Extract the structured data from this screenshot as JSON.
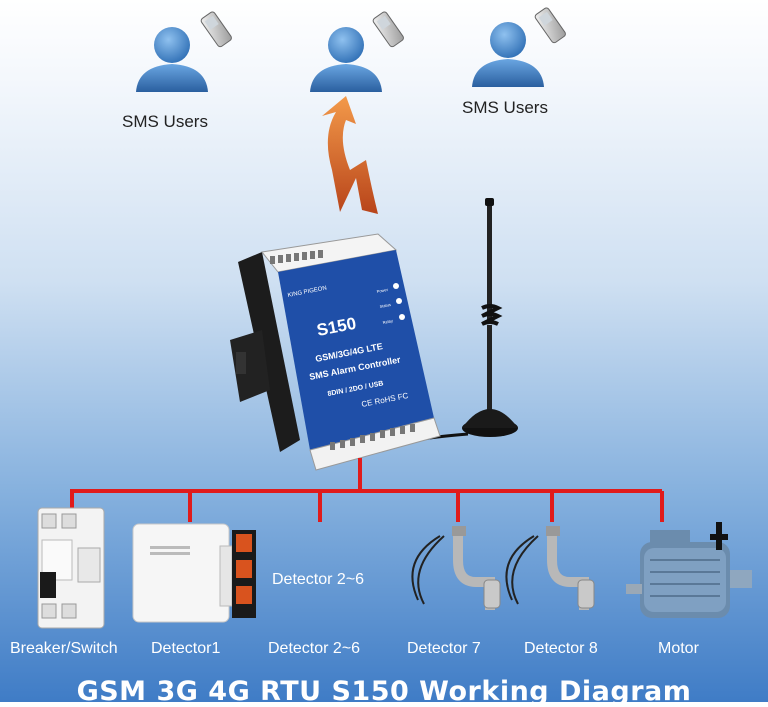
{
  "users": {
    "left_label": "SMS Users",
    "right_label": "SMS Users"
  },
  "device": {
    "model": "S150",
    "line1": "GSM/3G/4G LTE",
    "line2": "SMS Alarm Controller",
    "line3": "8DIN / 2DO / USB",
    "brand": "KING PIGEON",
    "cert": "CE RoHS FC",
    "leds": [
      "Power",
      "Status",
      "Relay"
    ]
  },
  "detector_mid_label": "Detector 2~6",
  "devices": [
    {
      "id": "breaker",
      "label": "Breaker/Switch"
    },
    {
      "id": "detector1",
      "label": "Detector1"
    },
    {
      "id": "detector26",
      "label": "Detector 2~6"
    },
    {
      "id": "detector7",
      "label": "Detector 7"
    },
    {
      "id": "detector8",
      "label": "Detector 8"
    },
    {
      "id": "motor",
      "label": "Motor"
    }
  ],
  "footer_title": "GSM 3G 4G RTU S150 Working Diagram",
  "colors": {
    "bus_red": "#e01b1b",
    "device_blue": "#1f4fa8",
    "arrow_orange": "#e8702a",
    "user_blue": "#3d7fc4"
  }
}
